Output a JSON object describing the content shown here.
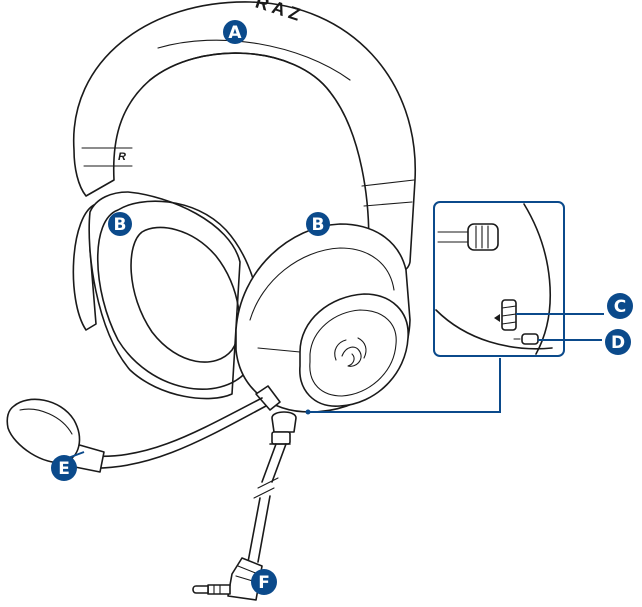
{
  "colors": {
    "callout_fill": "#0b4a8b",
    "callout_text": "#ffffff",
    "leader_line": "#0b4a8b",
    "outline": "#1a1a1a"
  },
  "headband_lettering": "R A Z",
  "earcup_mark": "R",
  "logo_icon": "razer-logo-icon",
  "callouts": {
    "a": "A",
    "b_left": "B",
    "b_right": "B",
    "c": "C",
    "d": "D",
    "e": "E",
    "f": "F"
  }
}
